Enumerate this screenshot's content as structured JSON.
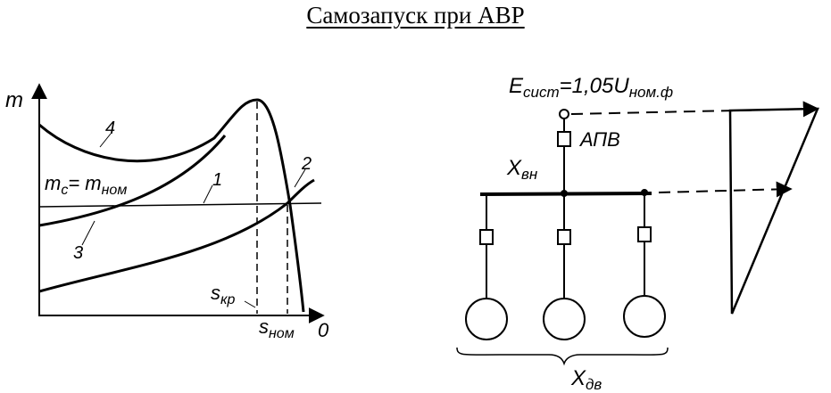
{
  "title": "Самозапуск при АВР",
  "graph": {
    "axis_y_label": "m",
    "axis_x_label": "0",
    "mc_label": "m",
    "mc_label_sub": "c",
    "mc_label_eq": "= m",
    "mc_label_sub2": "ном",
    "s_kr": "s",
    "s_kr_sub": "кр",
    "s_nom": "s",
    "s_nom_sub": "ном",
    "curve_labels": [
      "1",
      "2",
      "3",
      "4"
    ]
  },
  "circuit": {
    "e_label": "E",
    "e_sub": "сист",
    "e_eq": "=1,05U",
    "e_sub2": "ном.ф",
    "apv_label": "АПВ",
    "x_vn": "X",
    "x_vn_sub": "вн",
    "x_dv": "X",
    "x_dv_sub": "дв"
  }
}
